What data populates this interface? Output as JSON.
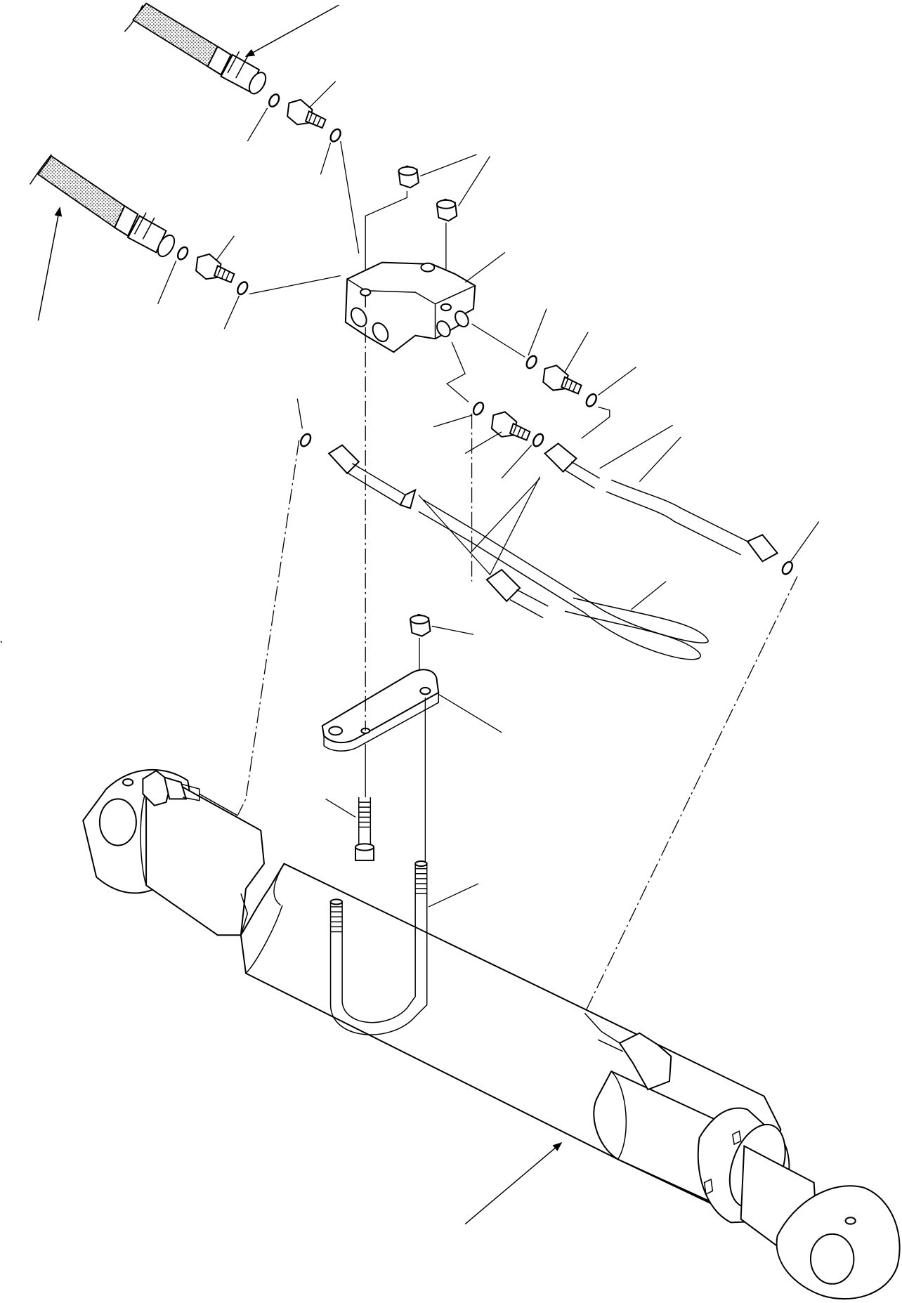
{
  "diagram": {
    "colors": {
      "line": "#000000",
      "background": "#ffffff"
    },
    "components": [
      {
        "name": "hydraulic-hose-upper"
      },
      {
        "name": "hydraulic-hose-lower"
      },
      {
        "name": "flow-arrow-inlet-upper"
      },
      {
        "name": "flow-arrow-inlet-lower"
      },
      {
        "name": "flow-arrow-cylinder"
      },
      {
        "name": "adapter-fitting",
        "count": 4
      },
      {
        "name": "o-ring",
        "count": 10
      },
      {
        "name": "cap-nut",
        "count": 3
      },
      {
        "name": "distribution-block"
      },
      {
        "name": "hydraulic-tube",
        "count": 2
      },
      {
        "name": "clamp-plate"
      },
      {
        "name": "cap-screw"
      },
      {
        "name": "u-bolt"
      },
      {
        "name": "hydraulic-cylinder"
      }
    ]
  }
}
